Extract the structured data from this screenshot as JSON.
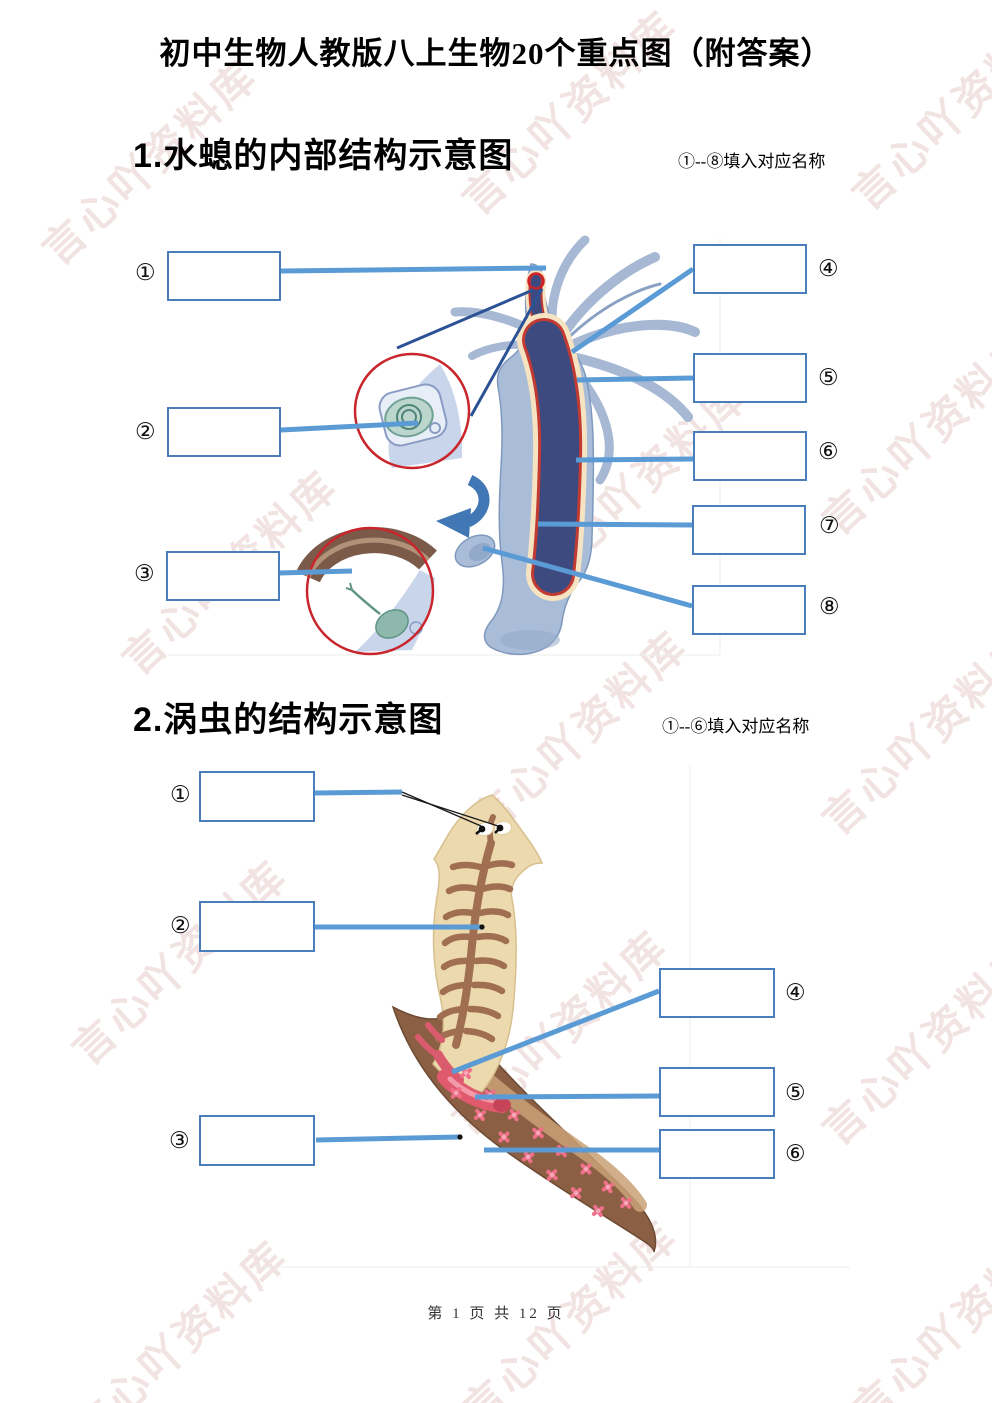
{
  "page": {
    "title": "初中生物人教版八上生物20个重点图（附答案）",
    "footer": "第 1 页 共 12 页",
    "watermark": "言心吖资料库"
  },
  "fig1": {
    "heading": "1.水螅的内部结构示意图",
    "note": "①--⑧填入对应名称",
    "nums": [
      "①",
      "②",
      "③",
      "④",
      "⑤",
      "⑥",
      "⑦",
      "⑧"
    ]
  },
  "fig2": {
    "heading": "2.涡虫的结构示意图",
    "note": "①--⑥填入对应名称",
    "nums": [
      "①",
      "②",
      "③",
      "④",
      "⑤",
      "⑥"
    ]
  },
  "colors": {
    "label_line": "#5b9bd5",
    "box_border": "#4a7ebb",
    "magnifier_ring": "#c9252c",
    "pointer_navy": "#2c5295",
    "hydra_body": "#a9bdd8",
    "hydra_cavity": "#3c4a80",
    "hydra_lining": "#f6e3c2",
    "planarian_body": "#ecd9ad",
    "planarian_gut": "#a06f52",
    "planarian_ventral": "#8a5f43",
    "pharynx_red": "#e05a6e"
  }
}
